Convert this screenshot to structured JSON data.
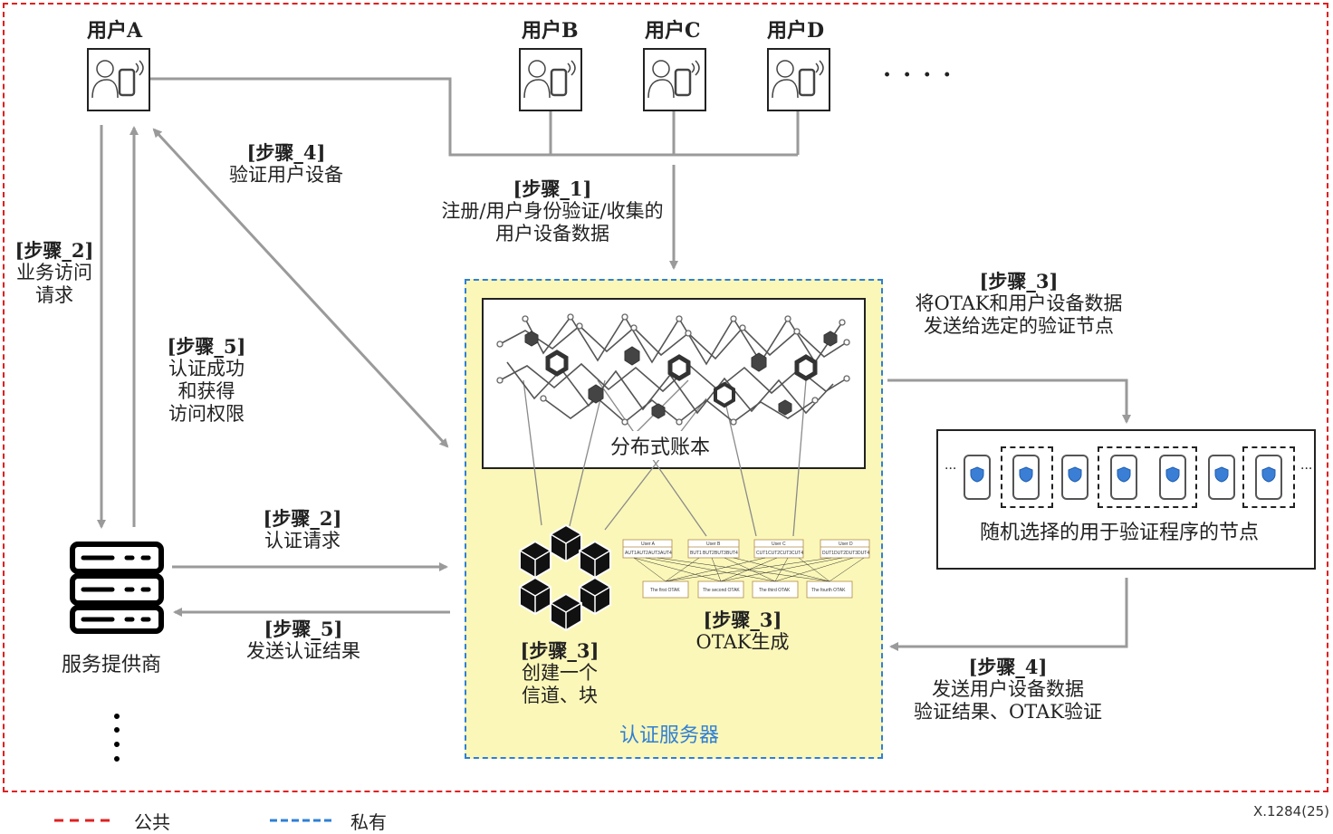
{
  "users": [
    {
      "label": "用户A"
    },
    {
      "label": "用户B"
    },
    {
      "label": "用户C"
    },
    {
      "label": "用户D"
    }
  ],
  "ellipsis_h": "· · · ·",
  "steps": {
    "step1": {
      "title": "[步骤_1]",
      "lines": [
        "注册/用户身份验证/收集的",
        "用户设备数据"
      ]
    },
    "step4_top": {
      "title": "[步骤_4]",
      "lines": [
        "验证用户设备"
      ]
    },
    "step2_left": {
      "title": "[步骤_2]",
      "lines": [
        "业务访问",
        "请求"
      ]
    },
    "step5_left": {
      "title": "[步骤_5]",
      "lines": [
        "认证成功",
        "和获得",
        "访问权限"
      ]
    },
    "step3_right": {
      "title": "[步骤_3]",
      "lines": [
        "将OTAK和用户设备数据",
        "发送给选定的验证节点"
      ]
    },
    "step2_auth": {
      "title": "[步骤_2]",
      "lines": [
        "认证请求"
      ]
    },
    "step5_result": {
      "title": "[步骤_5]",
      "lines": [
        "发送认证结果"
      ]
    },
    "step3_block": {
      "title": "[步骤_3]",
      "lines": [
        "创建一个",
        "信道、块"
      ]
    },
    "step3_otak": {
      "title": "[步骤_3]",
      "lines": [
        "OTAK生成"
      ]
    },
    "step4_bottom": {
      "title": "[步骤_4]",
      "lines": [
        "发送用户设备数据",
        "验证结果、OTAK验证"
      ]
    }
  },
  "ledger_label": "分布式账本",
  "auth_server_label": "认证服务器",
  "service_provider_label": "服务提供商",
  "nodes_label": "随机选择的用于验证程序的节点",
  "legend": {
    "public": "公共",
    "private": "私有",
    "public_color": "#e02020",
    "private_color": "#2f7fd6"
  },
  "figure_id": "X.1284(25)",
  "otak_table": {
    "users": [
      "User A",
      "User B",
      "User C",
      "User D"
    ],
    "cells": [
      [
        "AUT1",
        "AUT2",
        "AUT3",
        "AUT4"
      ],
      [
        "BUT1",
        "BUT2",
        "BUT3",
        "BUT4"
      ],
      [
        "CUT1",
        "CUT2",
        "CUT3",
        "CUT4"
      ],
      [
        "DUT1",
        "DUT2",
        "DUT3",
        "DUT4"
      ]
    ],
    "otaks": [
      "The first OTAK",
      "The second OTAK",
      "The third OTAK",
      "The fourth OTAK"
    ]
  },
  "colors": {
    "auth_fill": "#fbf7b8",
    "arrow": "#9a9a9a"
  }
}
